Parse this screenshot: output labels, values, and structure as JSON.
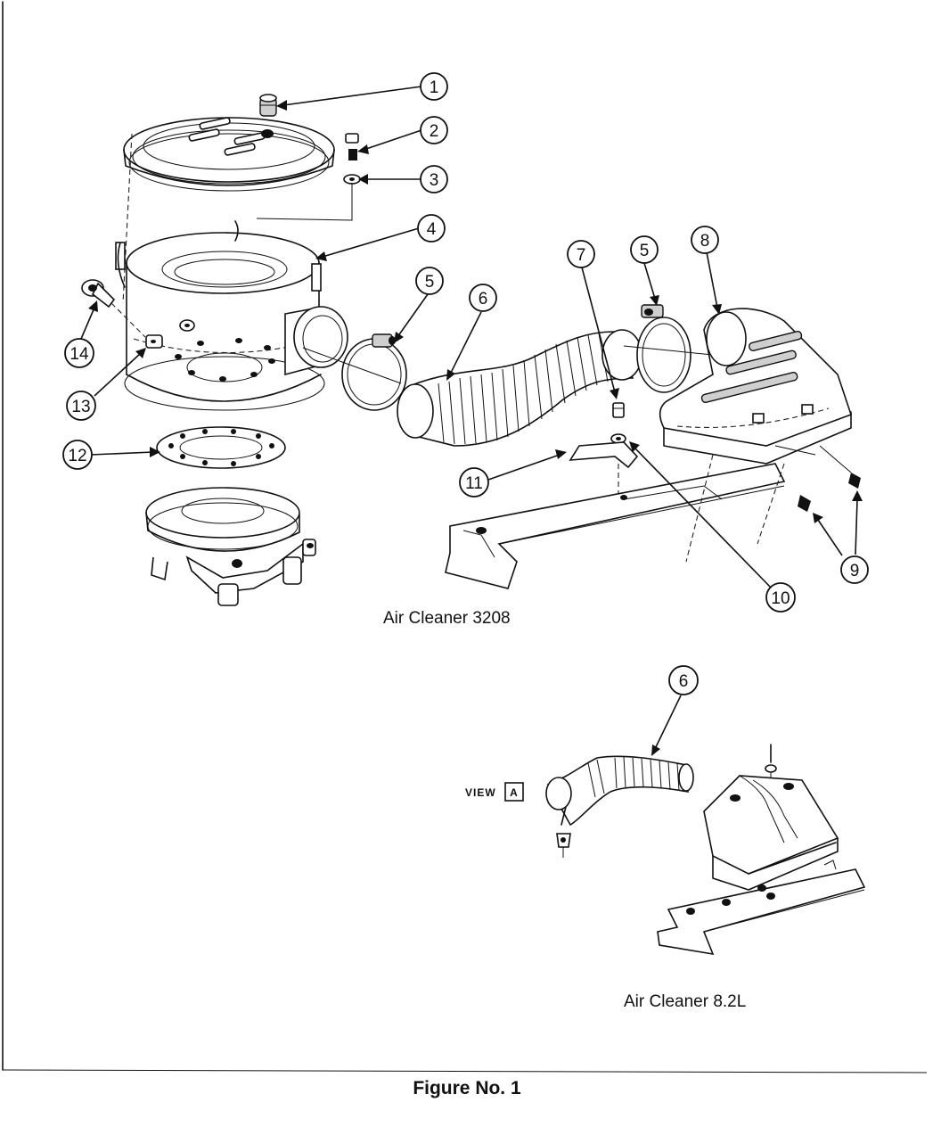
{
  "figure": {
    "title": "Figure No. 1",
    "caption_main": "Air Cleaner 3208",
    "caption_alt": "Air Cleaner 8.2L",
    "view_label": "VIEW",
    "view_letter": "A"
  },
  "callouts": {
    "c1": "1",
    "c2": "2",
    "c3": "3",
    "c4": "4",
    "c5a": "5",
    "c5b": "5",
    "c6a": "6",
    "c6b": "6",
    "c7": "7",
    "c8": "8",
    "c9": "9",
    "c10": "10",
    "c11": "11",
    "c12": "12",
    "c13": "13",
    "c14": "14"
  }
}
